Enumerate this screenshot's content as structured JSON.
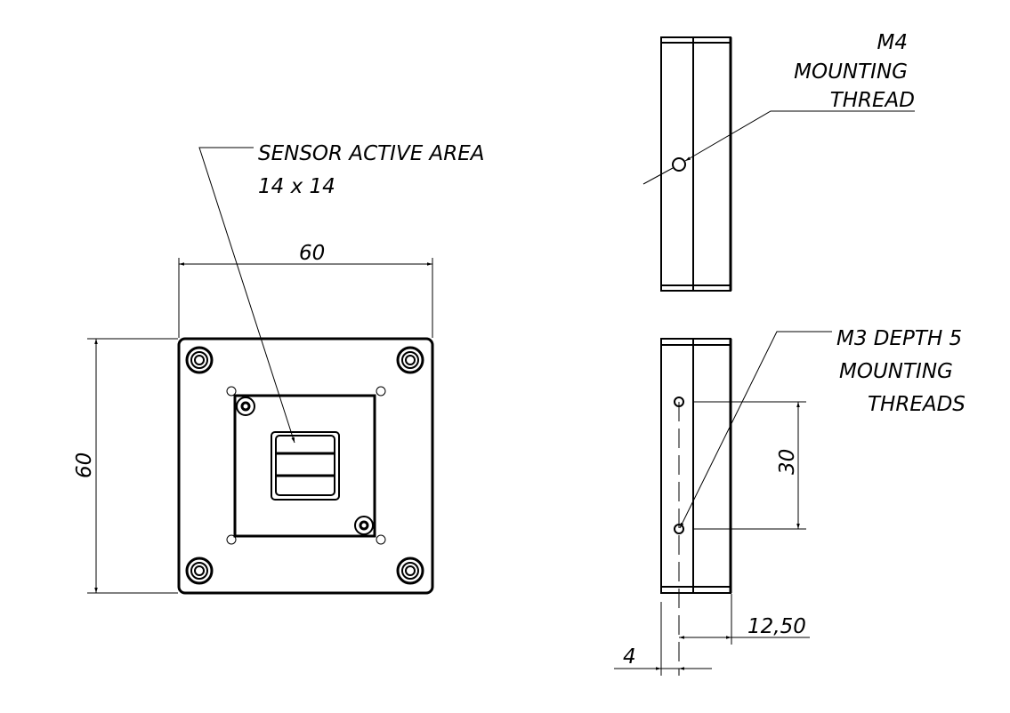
{
  "front_view": {
    "width_dimension": "60",
    "height_dimension": "60",
    "sensor_label_line1": "SENSOR ACTIVE AREA",
    "sensor_label_line2": "14 x 14"
  },
  "side_view_top": {
    "label_line1": "M4",
    "label_line2": "MOUNTING",
    "label_line3": "THREAD"
  },
  "side_view_bottom": {
    "label_line1": "M3 DEPTH 5",
    "label_line2": "MOUNTING",
    "label_line3": "THREADS",
    "spacing_dimension": "30",
    "offset_dimension": "12,50",
    "edge_dimension": "4"
  }
}
